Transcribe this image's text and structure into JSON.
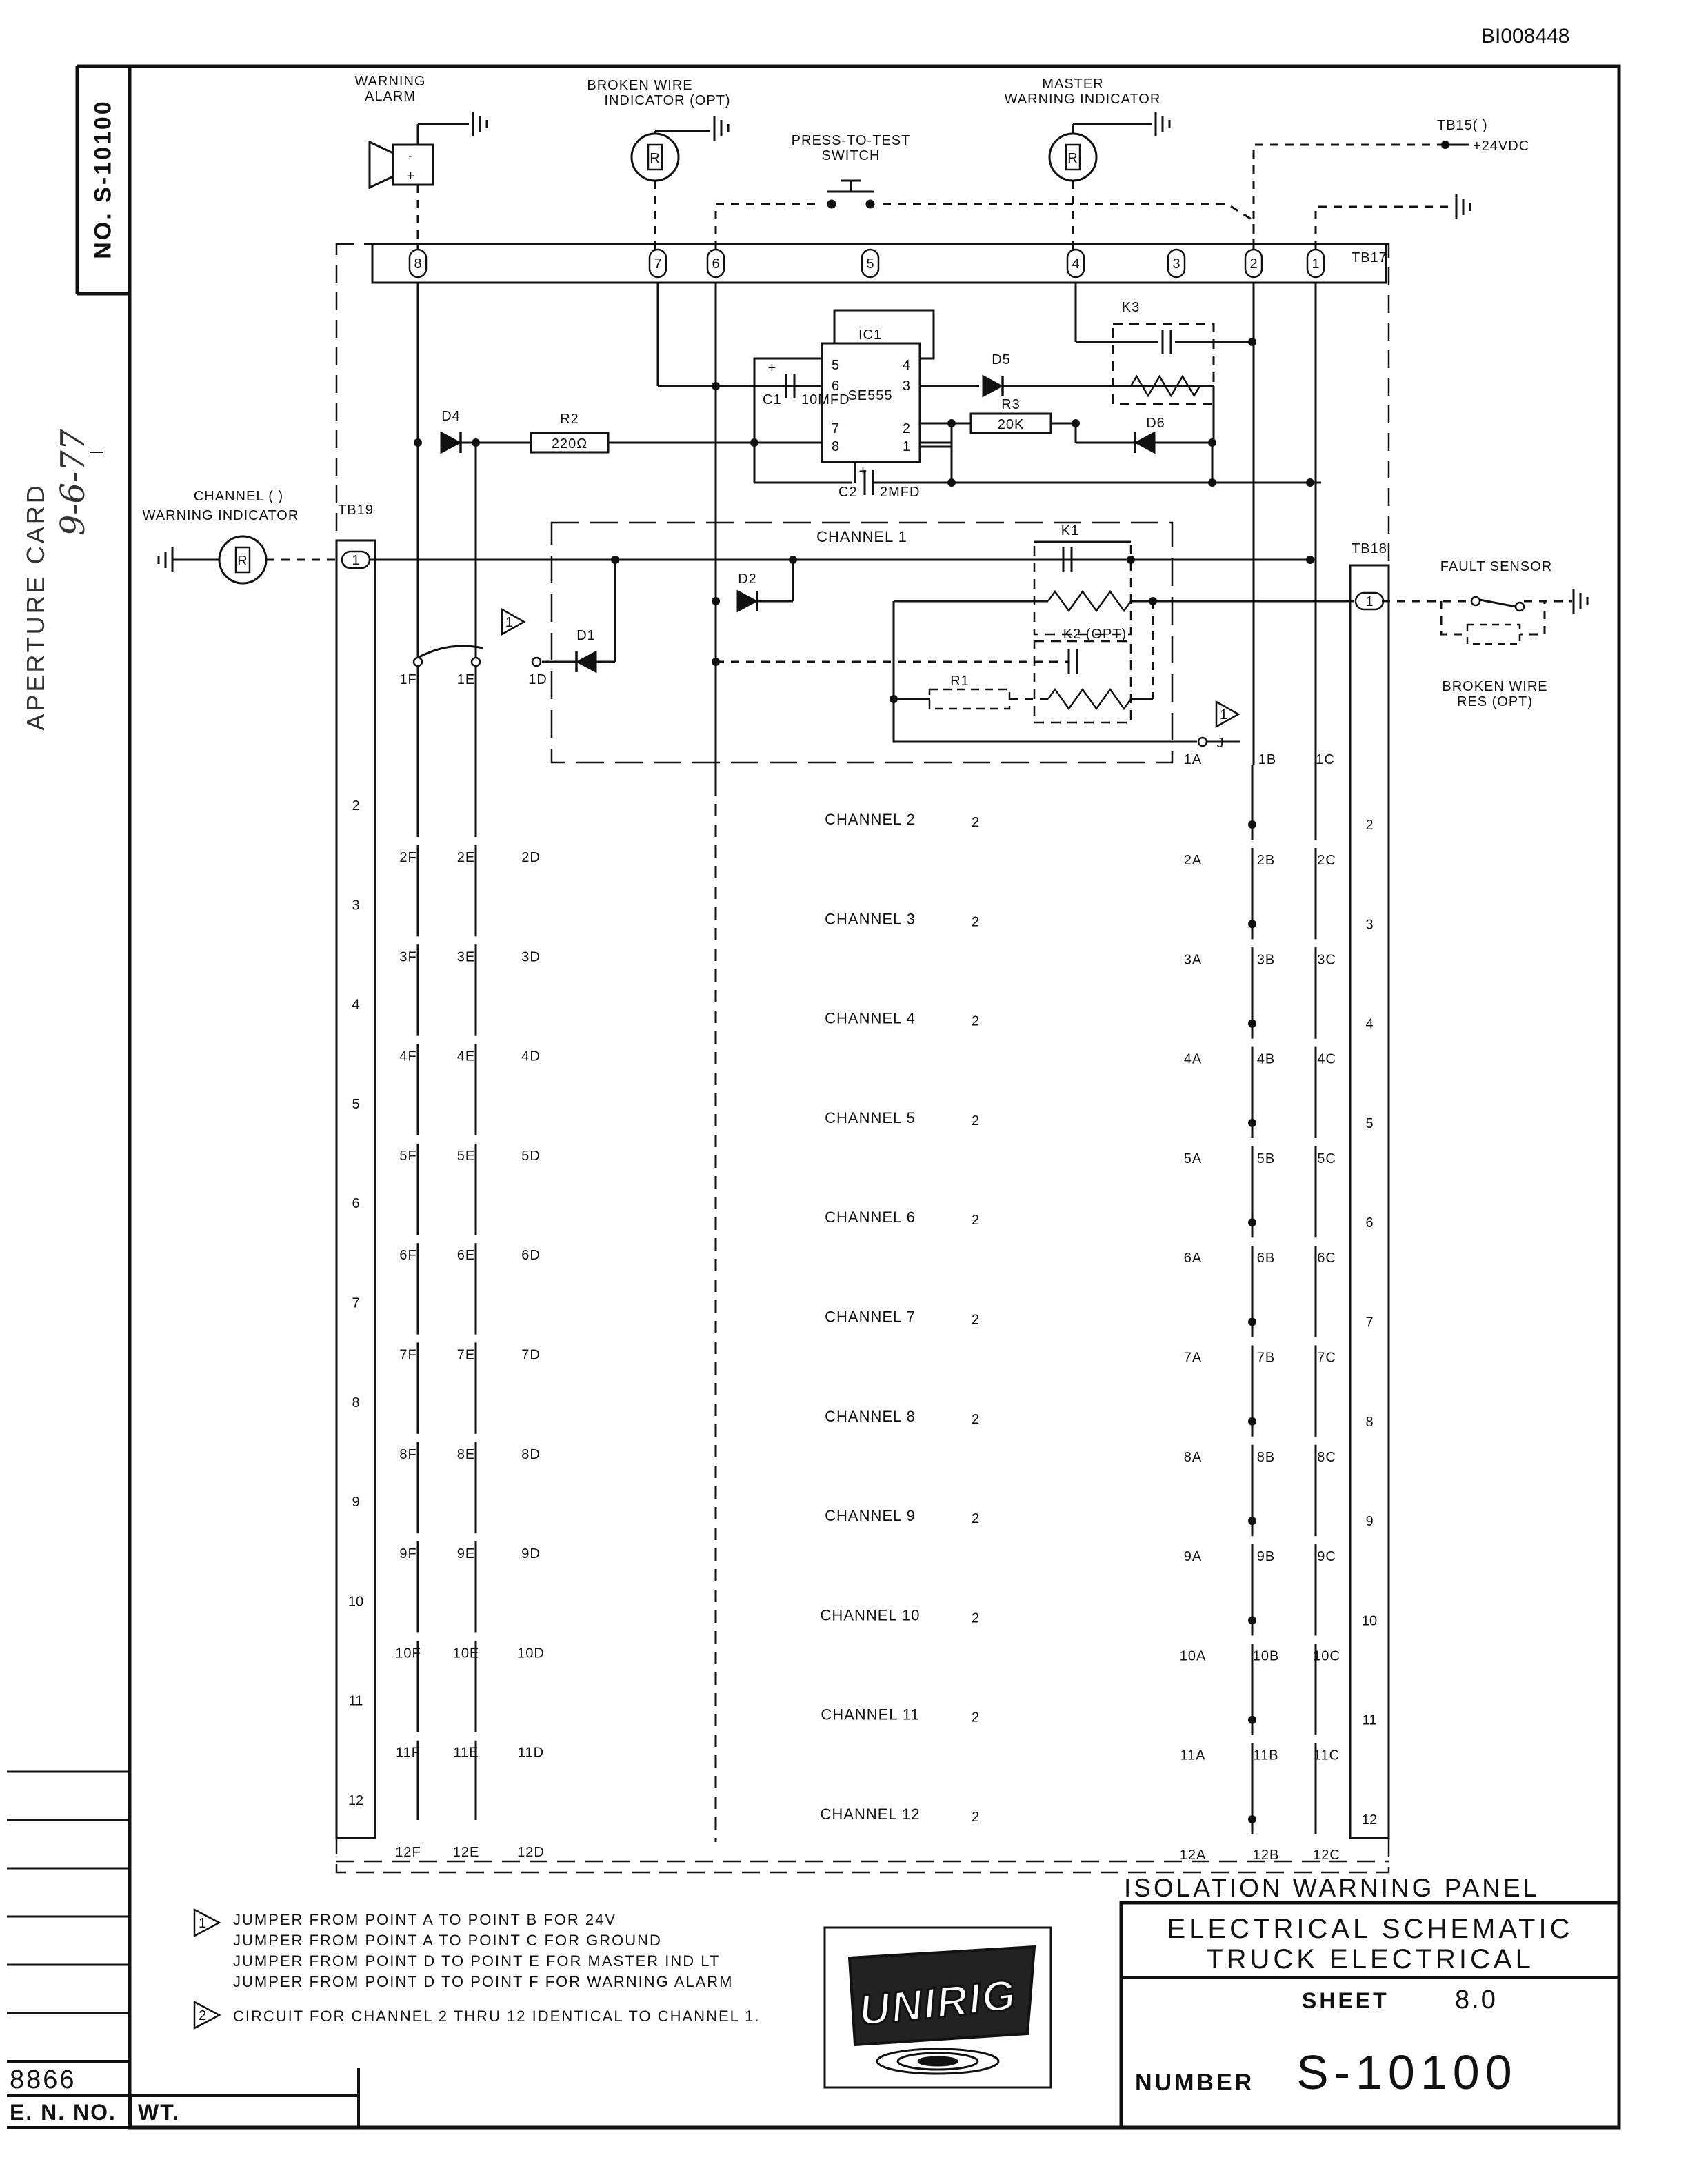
{
  "doc_id": "BI008448",
  "side_strip": {
    "drawing_no": "NO. S-10100",
    "aperture_card": "APERTURE CARD",
    "handwritten_date": "9-6-77",
    "part_no": "8866",
    "e_n_no": "E. N. NO.",
    "wt": "WT."
  },
  "top_devices": {
    "warning_alarm": [
      "WARNING",
      "ALARM"
    ],
    "broken_wire_indicator": [
      "BROKEN WIRE",
      "INDICATOR (OPT)"
    ],
    "press_to_test_switch": [
      "PRESS-TO-TEST",
      "SWITCH"
    ],
    "master_warning_indicator": [
      "MASTER",
      "WARNING INDICATOR"
    ],
    "tb15": "TB15( )",
    "supply": "+24VDC",
    "indicator_letter": "R"
  },
  "terminal_blocks": {
    "tb17": "TB17",
    "tb17_terminals": [
      "8",
      "7",
      "6",
      "5",
      "4",
      "3",
      "2",
      "1"
    ],
    "tb19": "TB19",
    "tb18": "TB18",
    "channel_terminals": [
      "1",
      "2",
      "3",
      "4",
      "5",
      "6",
      "7",
      "8",
      "9",
      "10",
      "11",
      "12"
    ]
  },
  "components": {
    "ic1": "IC1",
    "ic1_part": "SE555",
    "ic1_pins": [
      "5",
      "4",
      "6",
      "3",
      "7",
      "2",
      "8",
      "1"
    ],
    "c1": "C1",
    "c1_value": "10MFD",
    "c2": "C2",
    "c2_value": "2MFD",
    "r2": "R2",
    "r2_value": "220Ω",
    "r3": "R3",
    "r3_value": "20K",
    "d4": "D4",
    "d5": "D5",
    "d6": "D6",
    "k3": "K3",
    "k1": "K1",
    "k2": "K2 (OPT)",
    "r1": "R1",
    "d1": "D1",
    "d2": "D2",
    "plus": "+",
    "minus": "-"
  },
  "channel_indicator": [
    "CHANNEL ( )",
    "WARNING INDICATOR"
  ],
  "fault_sensor": "FAULT SENSOR",
  "broken_wire_res": [
    "BROKEN WIRE",
    "RES (OPT)"
  ],
  "channel1": {
    "label": "CHANNEL 1",
    "points": [
      "1F",
      "1E",
      "1D",
      "1A",
      "1B",
      "1C"
    ],
    "jumper": "J",
    "note_mark_1": "1",
    "note_mark_2": "2"
  },
  "channels": [
    {
      "label": "CHANNEL 2",
      "terminal": "2",
      "points": [
        "2F",
        "2E",
        "2D",
        "2A",
        "2B",
        "2C"
      ]
    },
    {
      "label": "CHANNEL 3",
      "terminal": "3",
      "points": [
        "3F",
        "3E",
        "3D",
        "3A",
        "3B",
        "3C"
      ]
    },
    {
      "label": "CHANNEL 4",
      "terminal": "4",
      "points": [
        "4F",
        "4E",
        "4D",
        "4A",
        "4B",
        "4C"
      ]
    },
    {
      "label": "CHANNEL 5",
      "terminal": "5",
      "points": [
        "5F",
        "5E",
        "5D",
        "5A",
        "5B",
        "5C"
      ]
    },
    {
      "label": "CHANNEL 6",
      "terminal": "6",
      "points": [
        "6F",
        "6E",
        "6D",
        "6A",
        "6B",
        "6C"
      ]
    },
    {
      "label": "CHANNEL 7",
      "terminal": "7",
      "points": [
        "7F",
        "7E",
        "7D",
        "7A",
        "7B",
        "7C"
      ]
    },
    {
      "label": "CHANNEL 8",
      "terminal": "8",
      "points": [
        "8F",
        "8E",
        "8D",
        "8A",
        "8B",
        "8C"
      ]
    },
    {
      "label": "CHANNEL 9",
      "terminal": "9",
      "points": [
        "9F",
        "9E",
        "9D",
        "9A",
        "9B",
        "9C"
      ]
    },
    {
      "label": "CHANNEL 10",
      "terminal": "10",
      "points": [
        "10F",
        "10E",
        "10D",
        "10A",
        "10B",
        "10C"
      ]
    },
    {
      "label": "CHANNEL 11",
      "terminal": "11",
      "points": [
        "11F",
        "11E",
        "11D",
        "11A",
        "11B",
        "11C"
      ]
    },
    {
      "label": "CHANNEL 12",
      "terminal": "12",
      "points": [
        "12F",
        "12E",
        "12D",
        "12A",
        "12B",
        "12C"
      ]
    }
  ],
  "notes": {
    "note1": [
      "JUMPER FROM POINT A TO POINT B FOR 24V",
      "JUMPER FROM POINT A TO POINT C FOR GROUND",
      "JUMPER FROM POINT D TO POINT E FOR MASTER IND LT",
      "JUMPER FROM POINT D TO POINT F FOR WARNING ALARM"
    ],
    "note2": "CIRCUIT FOR CHANNEL 2 THRU 12 IDENTICAL TO CHANNEL 1."
  },
  "logo": "UNIRIG",
  "title_block": {
    "title": "ISOLATION WARNING PANEL",
    "line1": "ELECTRICAL SCHEMATIC",
    "line2": "TRUCK ELECTRICAL",
    "sheet_label": "SHEET",
    "sheet_value": "8.0",
    "number_label": "NUMBER",
    "number_value": "S-10100"
  }
}
